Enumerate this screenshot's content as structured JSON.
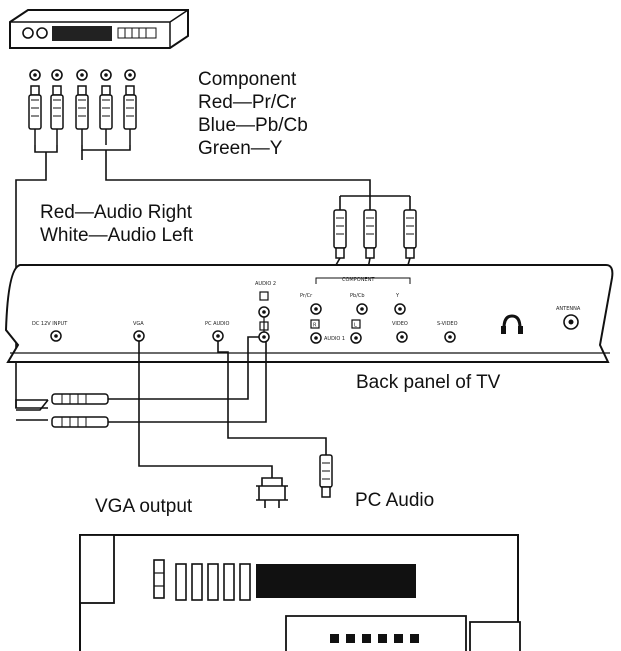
{
  "labels": {
    "component_title": "Component",
    "component_red": "Red—Pr/Cr",
    "component_blue": "Blue—Pb/Cb",
    "component_green": "Green—Y",
    "audio_right": "Red—Audio Right",
    "audio_left": "White—Audio Left",
    "back_panel": "Back panel of TV",
    "vga_output": "VGA output",
    "pc_audio": "PC Audio"
  },
  "panel_ports": {
    "dc_input": "DC 12V INPUT",
    "vga": "VGA",
    "pc_audio": "PC AUDIO",
    "audio2": "AUDIO 2",
    "component": "COMPONENT",
    "pr": "Pr/Cr",
    "pb": "Pb/Cb",
    "y": "Y",
    "audio1": "AUDIO 1",
    "r": "R",
    "l": "L",
    "video": "VIDEO",
    "svideo": "S-VIDEO",
    "antenna": "ANTENNA"
  }
}
